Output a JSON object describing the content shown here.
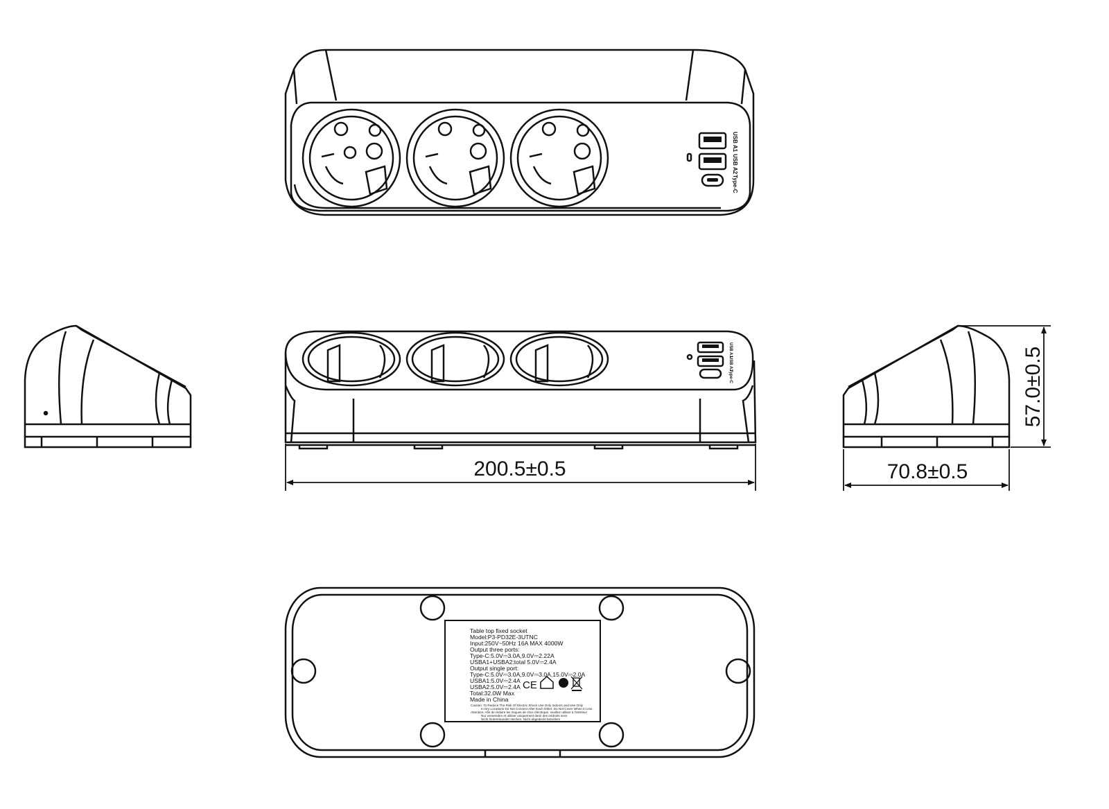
{
  "dimensions": {
    "length": "200.5±0.5",
    "depth": "70.8±0.5",
    "height": "57.0±0.5"
  },
  "port_labels": {
    "top": [
      "USB A1",
      "USB A2",
      "Type-C"
    ],
    "front": [
      "USB A1",
      "USB A2",
      "Type-C"
    ]
  },
  "rating_label": {
    "lines": [
      "Table top fixed socket",
      "Model:P3-PD32E-3UTNC",
      "Input:250V~50Hz 16A MAX 4000W",
      "Output three ports:",
      "Type-C:5.0V⎓3.0A,9.0V⎓2.22A",
      "USBA1+USBA2:total 5.0V⎓2.4A",
      "Output single port:",
      "Type-C:5.0V⎓3.0A,9.0V⎓3.0A,15.0V⎓2.0A",
      "USBA1:5.0V⎓2.4A",
      "USBA2:5.0V⎓2.4A",
      "Total:32.0W Max",
      "Made in China"
    ],
    "marks": [
      "CE"
    ],
    "caution_lines": [
      "Caution: To Reduce The Risk Of Electric Shock Use Only Indoors and Use Only",
      "In Dry Locations Do Not Connect After Each Other. Do Not Cover When In Use.",
      "Attention: Afin de réduire les risques de choc électrique, veuillez utiliser à l'intérieur",
      "Nur verwenden et utiliser uniquement dans des endroits secs",
      "Nicht hintereinander stecken. Nicht abgedeckt betreiben"
    ]
  },
  "colors": {
    "line": "#111111",
    "fill": "#ffffff"
  }
}
